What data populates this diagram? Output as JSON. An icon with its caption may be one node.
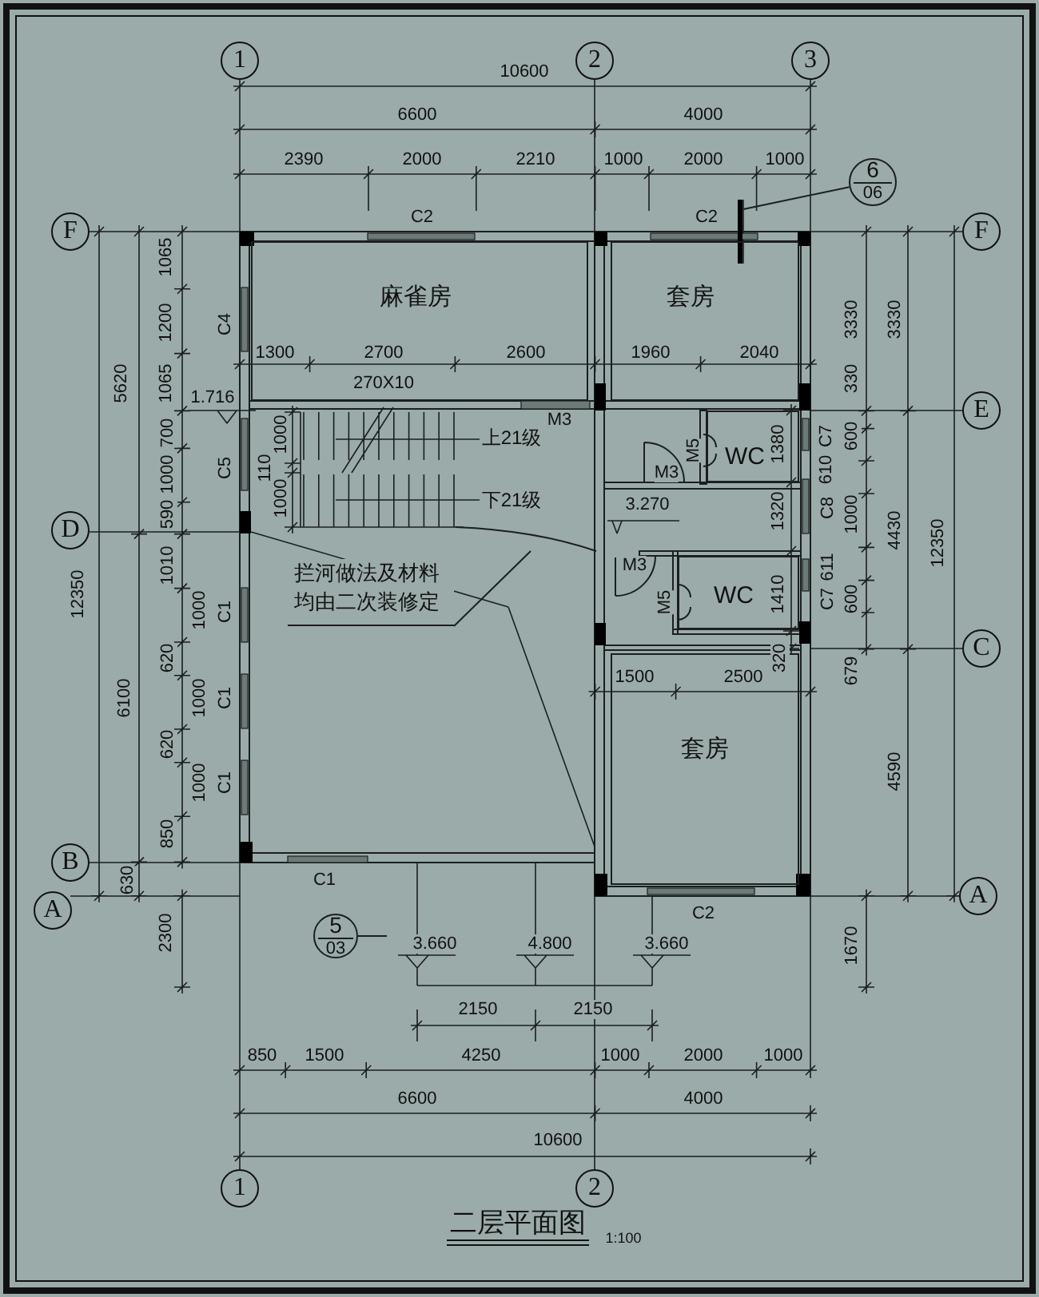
{
  "diagram": {
    "title": "二层平面图",
    "nodes": [
      {
        "text": [
          "6",
          "06"
        ]
      },
      {
        "text": [
          "麻雀房"
        ]
      },
      {
        "text": [
          "套房"
        ]
      },
      {
        "text": [
          "WC"
        ]
      },
      {
        "text": [
          "拦河做法及材料均由二次装修定"
        ]
      },
      {
        "text": [
          "WC"
        ]
      },
      {
        "text": [
          "套房"
        ]
      },
      {
        "text": [
          "5",
          "03"
        ]
      }
    ],
    "edges": [
      {
        "from": 4,
        "to": null,
        "arrow": "none"
      },
      {
        "from": 0,
        "to": null,
        "arrow": "none"
      },
      {
        "from": 7,
        "to": null,
        "arrow": "none"
      }
    ],
    "labels": [
      "1",
      "2",
      "3",
      "10600",
      "6600",
      "4000",
      "2390",
      "2000",
      "2210",
      "1000",
      "2000",
      "1000",
      "F",
      "C2",
      "C2",
      "F",
      "5620",
      "1065",
      "1200",
      "1065",
      "C4",
      "3330",
      "3330",
      "1300",
      "2700",
      "2600",
      "1960",
      "2040",
      "270X10",
      "330",
      "1.716",
      "E",
      "700",
      "1000",
      "590",
      "C5",
      "1000",
      "110",
      "1000",
      "上21级",
      "下21级",
      "M3",
      "D",
      "M5",
      "1380",
      "M3",
      "C7",
      "600",
      "610",
      "3.270",
      "1320",
      "C8",
      "1000",
      "M3",
      "611",
      "M5",
      "1410",
      "C7",
      "600",
      "4430",
      "12350",
      "12350",
      "1010",
      "1000",
      "C1",
      "620",
      "1000",
      "C1",
      "620",
      "1000",
      "C1",
      "850",
      "6100",
      "C",
      "320",
      "679",
      "1500",
      "2500",
      "4590",
      "B",
      "630",
      "C1",
      "A",
      "A",
      "C2",
      "2300",
      "1670",
      "3.660",
      "4.800",
      "3.660",
      "2150",
      "2150",
      "850",
      "1500",
      "4250",
      "1000",
      "2000",
      "1000",
      "6600",
      "4000",
      "10600",
      "1",
      "2",
      "1:100"
    ]
  }
}
